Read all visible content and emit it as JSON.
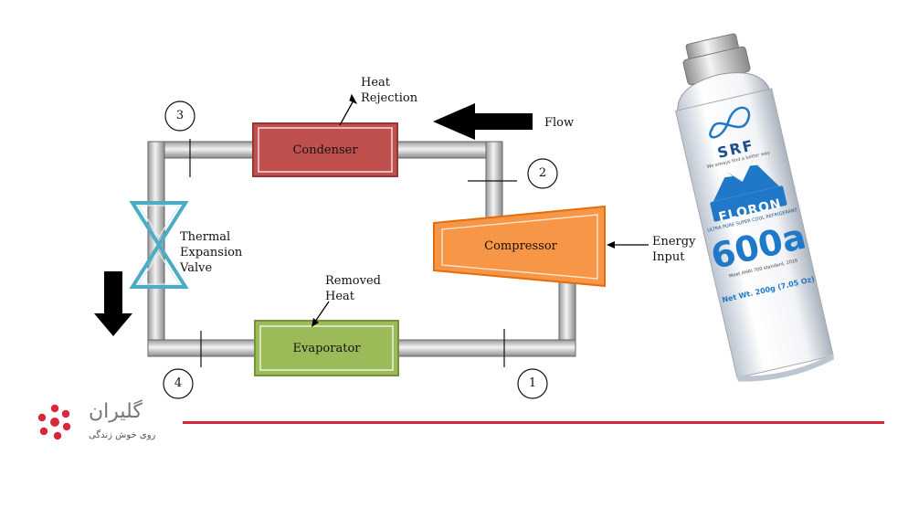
{
  "diagram": {
    "components": {
      "condenser": "Condenser",
      "compressor": "Compressor",
      "evaporator": "Evaporator",
      "valve": [
        "Thermal",
        "Expansion",
        "Valve"
      ]
    },
    "annotations": {
      "heat_rejection": [
        "Heat",
        "Rejection"
      ],
      "flow": "Flow",
      "energy_input": [
        "Energy",
        "Input"
      ],
      "removed_heat": [
        "Removed",
        "Heat"
      ]
    },
    "state_points": [
      "1",
      "2",
      "3",
      "4"
    ]
  },
  "can": {
    "brand": "SRF",
    "tagline": "We always find a better way",
    "product": "FLORON",
    "model": "600a",
    "subtitle": "ULTRA PURE SUPER COOL REFRIGERANT",
    "standard": "Meet AHRI 700 standard, 2016",
    "net_weight": "Net Wt. 200g (7.05 Oz)",
    "colors": {
      "body": "#ffffff",
      "accent": "#1f78c8",
      "cap": "#c8c8c8"
    }
  },
  "footer": {
    "logo_text": "گلیران",
    "logo_tagline": "روی خوش زندگی",
    "colors": {
      "line": "#d8273a",
      "logo": "#d8273a"
    }
  },
  "colors": {
    "condenser": "#c0504d",
    "compressor": "#f79646",
    "evaporator": "#9bbb59",
    "valve": "#4bacc6",
    "pipe": "#c8c8c8"
  }
}
